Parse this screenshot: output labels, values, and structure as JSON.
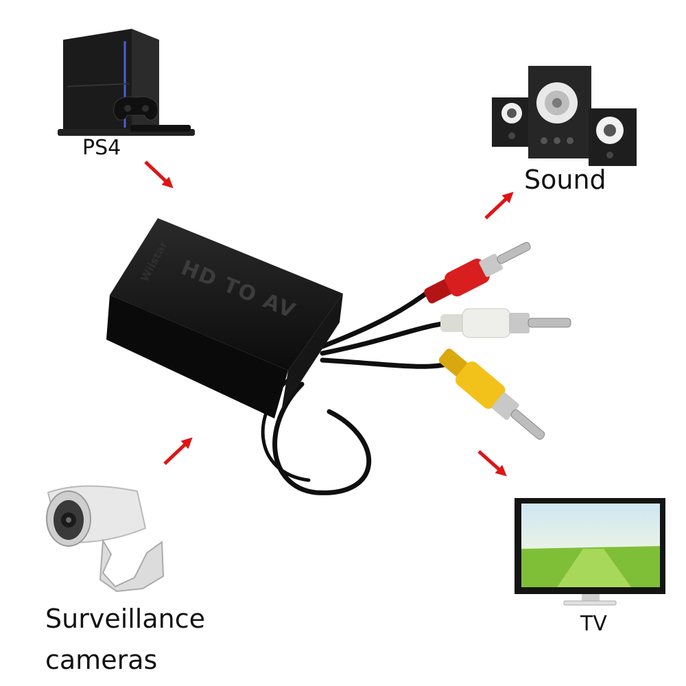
{
  "labels": {
    "ps4": "PS4",
    "sound": "Sound",
    "camera_line1": "Surveillance",
    "camera_line2": "cameras",
    "tv": "TV"
  },
  "device": {
    "brand": "Wiistar",
    "model_text": "HD TO AV"
  },
  "colors": {
    "arrow": "#e01414",
    "adapter_body": "#141414",
    "rca_red": "#d81e1e",
    "rca_white": "#eeeeea",
    "rca_yellow": "#f2c21a",
    "background": "#ffffff"
  },
  "icons": [
    "ps4-console-icon",
    "speaker-system-icon",
    "security-camera-icon",
    "tv-icon"
  ]
}
